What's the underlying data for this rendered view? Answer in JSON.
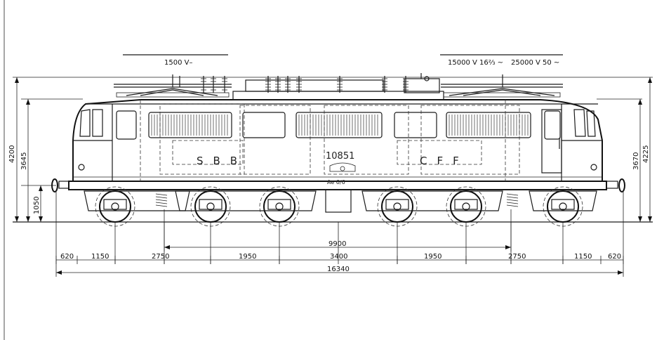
{
  "voltages": {
    "dc": "1500 V–",
    "ac1": "15000 V 16⅔ ~",
    "ac2": "25000 V 50 ~"
  },
  "markings": {
    "left_lettering": "SBB",
    "right_lettering": "CFF",
    "number": "10851",
    "class": "Ae 6/6"
  },
  "vertical_dimensions": {
    "left_outer": "4200",
    "left_inner": "3645",
    "buffer_height": "1050",
    "right_inner": "3670",
    "right_outer": "4225"
  },
  "horizontal_dimensions": {
    "segments": [
      "620",
      "1150",
      "2750",
      "1950",
      "3400",
      "1950",
      "2750",
      "1150",
      "620"
    ],
    "bogie_centres": "9900",
    "overall_length": "16340"
  }
}
